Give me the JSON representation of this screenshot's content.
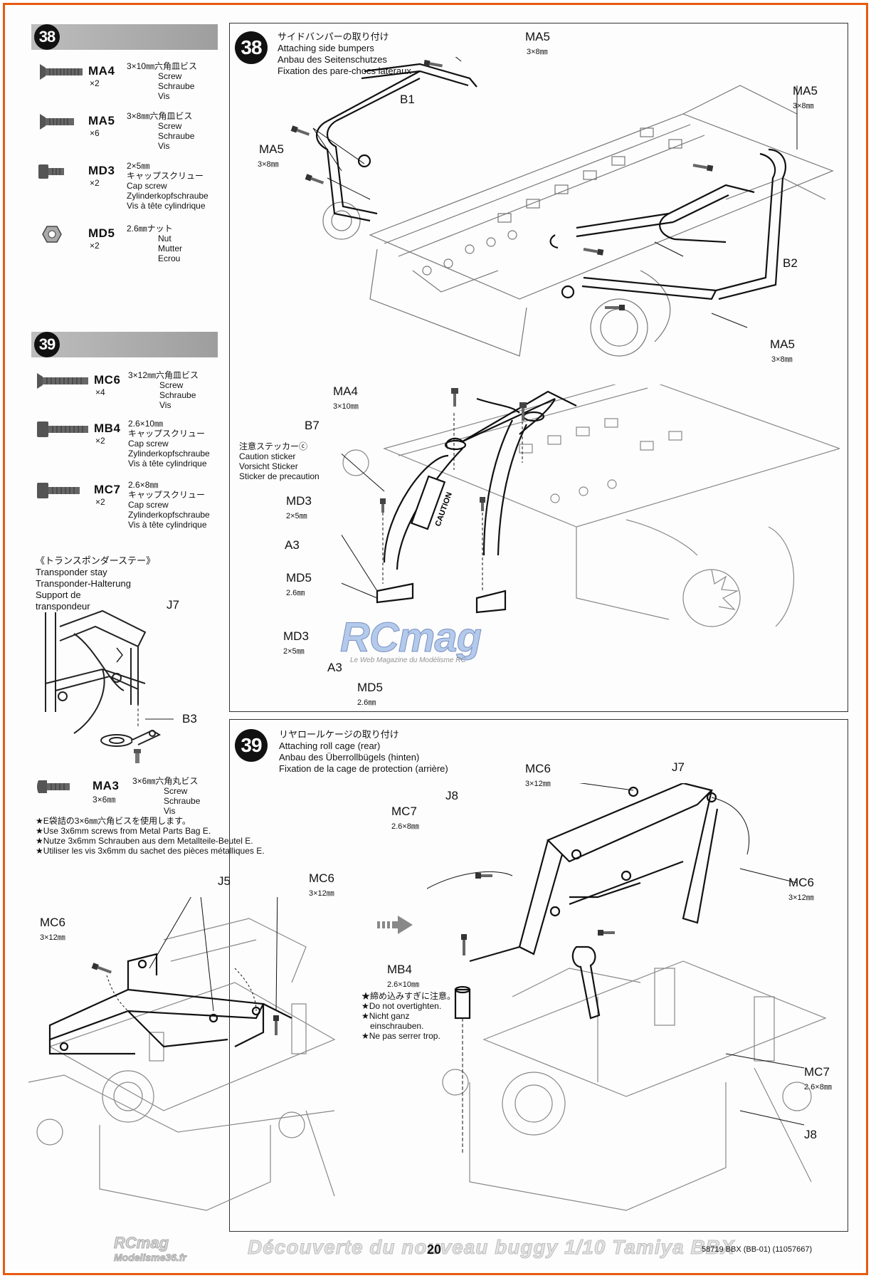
{
  "page": {
    "number": "20",
    "code": "58719 BBX (BB-01) (11057667)",
    "watermark_title": "Découverte du nouveau buggy 1/10 Tamiya BBX",
    "watermark_logo": "RCmag",
    "watermark_logo_sub": "Modelisme36.fr",
    "center_logo": "RCmag",
    "center_logo_sub": "Le Web Magazine du Modélisme RC"
  },
  "step38_list": {
    "step": "38",
    "parts": [
      {
        "code": "MA4",
        "qty": "×2",
        "lines": [
          "3×10㎜六角皿ビス",
          "Screw",
          "Schraube",
          "Vis"
        ]
      },
      {
        "code": "MA5",
        "qty": "×6",
        "lines": [
          "3×8㎜六角皿ビス",
          "Screw",
          "Schraube",
          "Vis"
        ]
      },
      {
        "code": "MD3",
        "qty": "×2",
        "lines": [
          "2×5㎜",
          "キャップスクリュー",
          "Cap screw",
          "Zylinderkopfschraube",
          "Vis à tête cylindrique"
        ]
      },
      {
        "code": "MD5",
        "qty": "×2",
        "lines": [
          "2.6㎜ナット",
          "Nut",
          "Mutter",
          "Ecrou"
        ]
      }
    ]
  },
  "step39_list": {
    "step": "39",
    "parts": [
      {
        "code": "MC6",
        "qty": "×4",
        "lines": [
          "3×12㎜六角皿ビス",
          "Screw",
          "Schraube",
          "Vis"
        ]
      },
      {
        "code": "MB4",
        "qty": "×2",
        "lines": [
          "2.6×10㎜",
          "キャップスクリュー",
          "Cap screw",
          "Zylinderkopfschraube",
          "Vis à tête cylindrique"
        ]
      },
      {
        "code": "MC7",
        "qty": "×2",
        "lines": [
          "2.6×8㎜",
          "キャップスクリュー",
          "Cap screw",
          "Zylinderkopfschraube",
          "Vis à tête cylindrique"
        ]
      }
    ]
  },
  "transponder": {
    "title_jp": "《トランスポンダーステー》",
    "title_en": "Transponder stay",
    "title_de": "Transponder-Halterung",
    "title_fr1": "Support de",
    "title_fr2": "transpondeur",
    "j7": "J7",
    "b3": "B3",
    "ma3_code": "MA3",
    "ma3_size": "3×6㎜",
    "ma3_lines": [
      "3×6㎜六角丸ビス",
      "Screw",
      "Schraube",
      "Vis"
    ],
    "notes": [
      "★E袋詰の3×6㎜六角ビスを使用します。",
      "★Use 3x6mm screws from Metal Parts Bag E.",
      "★Nutze 3x6mm Schrauben aus dem Metallteile-Beutel E.",
      "★Utiliser les vis 3x6mm du sachet des pièces métalliques E."
    ]
  },
  "step38_panel": {
    "step": "38",
    "title_jp": "サイドバンパーの取り付け",
    "title_en": "Attaching side bumpers",
    "title_de": "Anbau des Seitenschutzes",
    "title_fr": "Fixation des pare-chocs latéraux",
    "labels": {
      "ma5": "MA5",
      "size_3x8": "3×8㎜",
      "b1": "B1",
      "b2": "B2",
      "ma4": "MA4",
      "size_3x10": "3×10㎜",
      "b7": "B7",
      "caution_jp": "注意ステッカーⓒ",
      "caution_en": "Caution sticker",
      "caution_de": "Vorsicht Sticker",
      "caution_fr": "Sticker de precaution",
      "md3": "MD3",
      "size_2x5": "2×5㎜",
      "a3": "A3",
      "md5": "MD5",
      "size_26": "2.6㎜",
      "sticker_text": "CAUTION"
    }
  },
  "step39_panel": {
    "step": "39",
    "title_jp": "リヤロールケージの取り付け",
    "title_en": "Attaching roll cage (rear)",
    "title_de": "Anbau des Überrollbügels (hinten)",
    "title_fr": "Fixation de la cage de protection (arrière)",
    "labels": {
      "mc6": "MC6",
      "size_3x12": "3×12㎜",
      "j5": "J5",
      "j7": "J7",
      "j8": "J8",
      "mc7": "MC7",
      "size_26x8": "2.6×8㎜",
      "mb4": "MB4",
      "size_26x10": "2.6×10㎜"
    },
    "notes": [
      "★締め込みすぎに注意。",
      "★Do not overtighten.",
      "★Nicht ganz",
      "einschrauben.",
      "★Ne pas serrer trop."
    ]
  }
}
